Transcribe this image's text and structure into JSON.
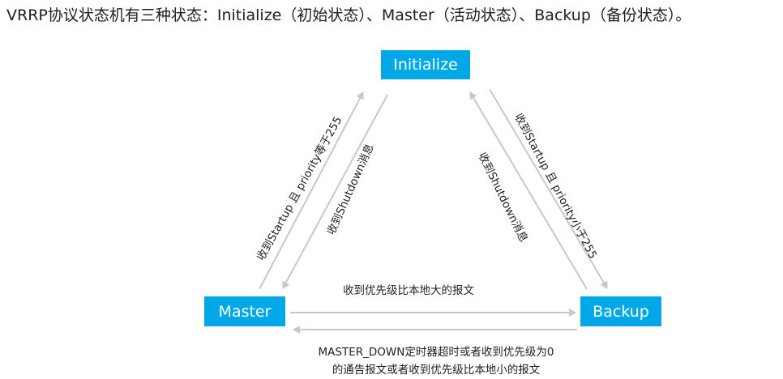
{
  "heading": "VRRP协议状态机有三种状态：Initialize（初始状态）、Master（活动状态）、Backup（备份状态）。",
  "states": {
    "initialize": "Initialize",
    "master": "Master",
    "backup": "Backup"
  },
  "transitions": {
    "master_to_initialize": "收到Startup 且 priority等于255",
    "initialize_to_master": "收到Shutdown消息",
    "backup_to_initialize": "收到Shutdown消息",
    "initialize_to_backup": "收到Startup 且 priority小于255",
    "master_to_backup": "收到优先级比本地大的报文",
    "backup_to_master_line1": "MASTER_DOWN定时器超时或者收到优先级为0",
    "backup_to_master_line2": "的通告报文或者收到优先级比本地小的报文"
  },
  "colors": {
    "state_fill": "#00a8e8",
    "state_text": "#ffffff",
    "arrow": "#c8c8c8"
  }
}
